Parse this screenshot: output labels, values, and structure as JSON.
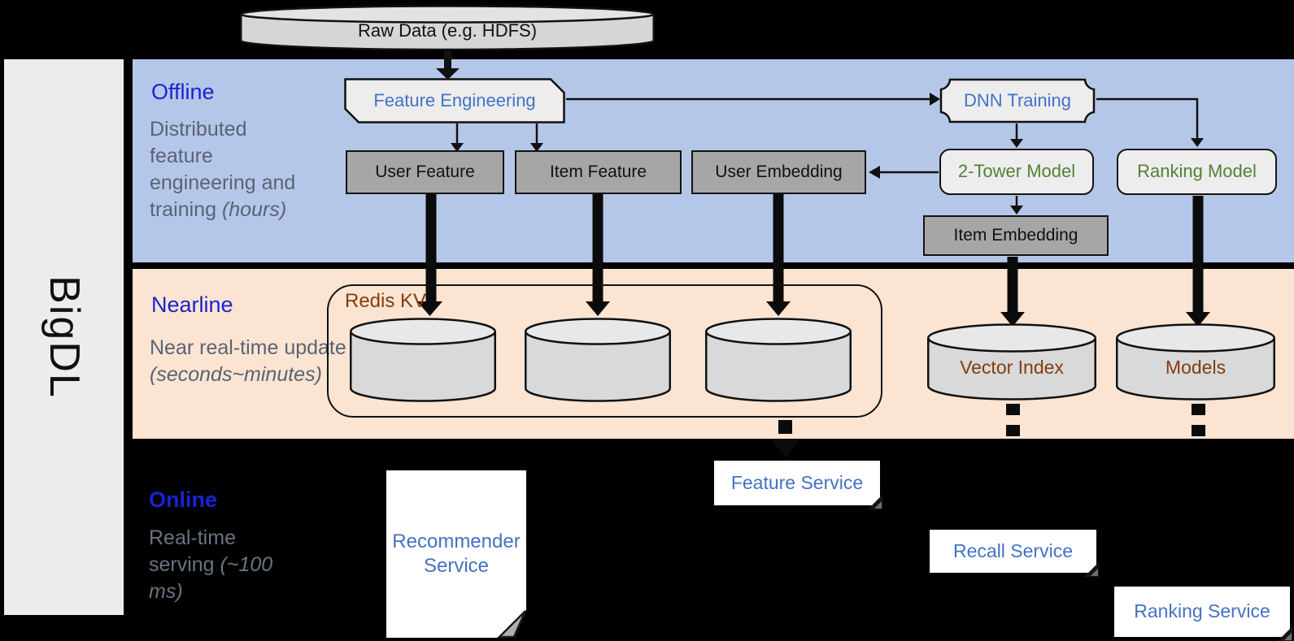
{
  "brand": {
    "name": "BigDL"
  },
  "colors": {
    "band_offline": "#b5c7e9",
    "band_nearline": "#fbe4d2",
    "background": "#000000",
    "section_title_blue": "#1a23d0",
    "section_subtitle_gray": "#5a6373",
    "node_text_blue": "#4472c4",
    "node_text_green": "#538135",
    "node_text_brown": "#843c0c",
    "gray_box_fill": "#a6a6a6",
    "light_box_fill": "#ededed",
    "cylinder_fill": "#d9d9d9"
  },
  "pipeline": {
    "raw_data": "Raw Data (e.g. HDFS)",
    "offline": {
      "title": "Offline",
      "subtitle": "Distributed feature engineering and training",
      "subtitle_note": "(hours)",
      "feature_engineering": "Feature Engineering",
      "dnn_training": "DNN Training",
      "user_feature": "User Feature",
      "item_feature": "Item Feature",
      "user_embedding": "User Embedding",
      "two_tower_model": "2-Tower Model",
      "ranking_model": "Ranking Model",
      "item_embedding": "Item Embedding"
    },
    "nearline": {
      "title": "Nearline",
      "subtitle": "Near real-time update",
      "subtitle_note": "(seconds~minutes)",
      "redis": "Redis KV",
      "vector_index": "Vector Index",
      "models": "Models"
    },
    "online": {
      "title": "Online",
      "subtitle": "Real-time serving",
      "subtitle_note": "(~100 ms)",
      "recommender_service": "Recommender Service",
      "feature_service": "Feature Service",
      "recall_service": "Recall Service",
      "ranking_service": "Ranking Service"
    }
  }
}
